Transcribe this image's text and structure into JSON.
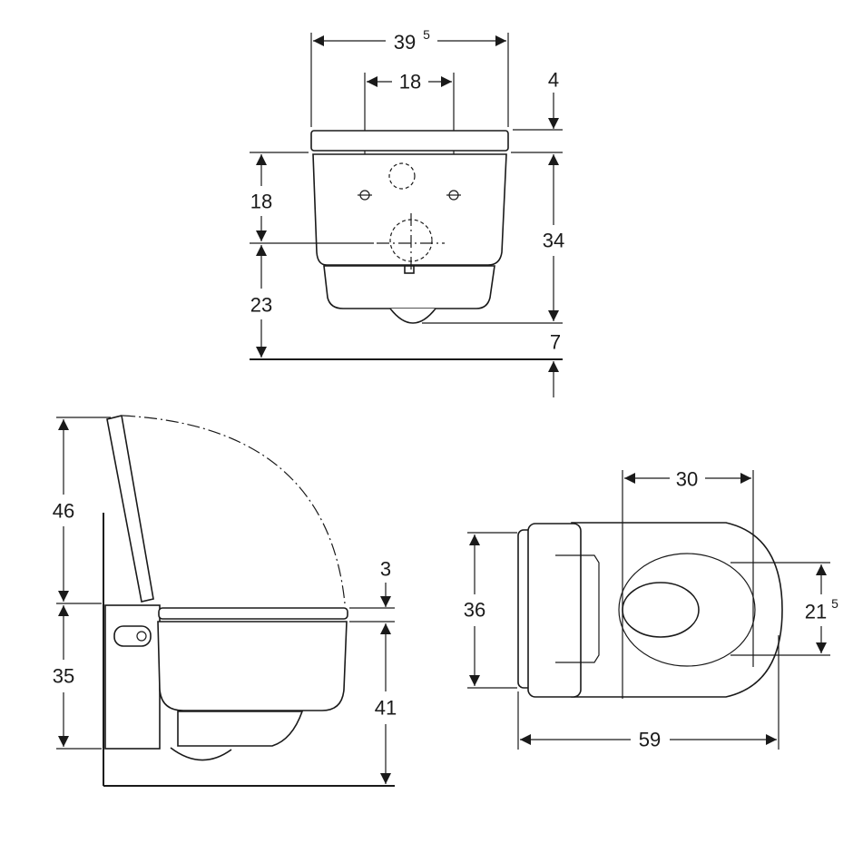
{
  "title": "Wall-hung shower toilet dimension drawing",
  "units": "cm",
  "colors": {
    "line": "#1a1a1a",
    "background": "#ffffff"
  },
  "front_view": {
    "width": {
      "main": "39",
      "sup": "5"
    },
    "fixing_spacing": "18",
    "seat_height": "4",
    "fixing_height": "18",
    "drain_height": "23",
    "body_height": "34",
    "floor_offset": "7"
  },
  "side_view": {
    "lid_height": "46",
    "backpack_height": "35",
    "seat_thickness": "3",
    "rim_height": "41"
  },
  "top_view": {
    "depth": "36",
    "bowl_opening": "30",
    "inner_width": {
      "main": "21",
      "sup": "5"
    },
    "projection": "59"
  }
}
